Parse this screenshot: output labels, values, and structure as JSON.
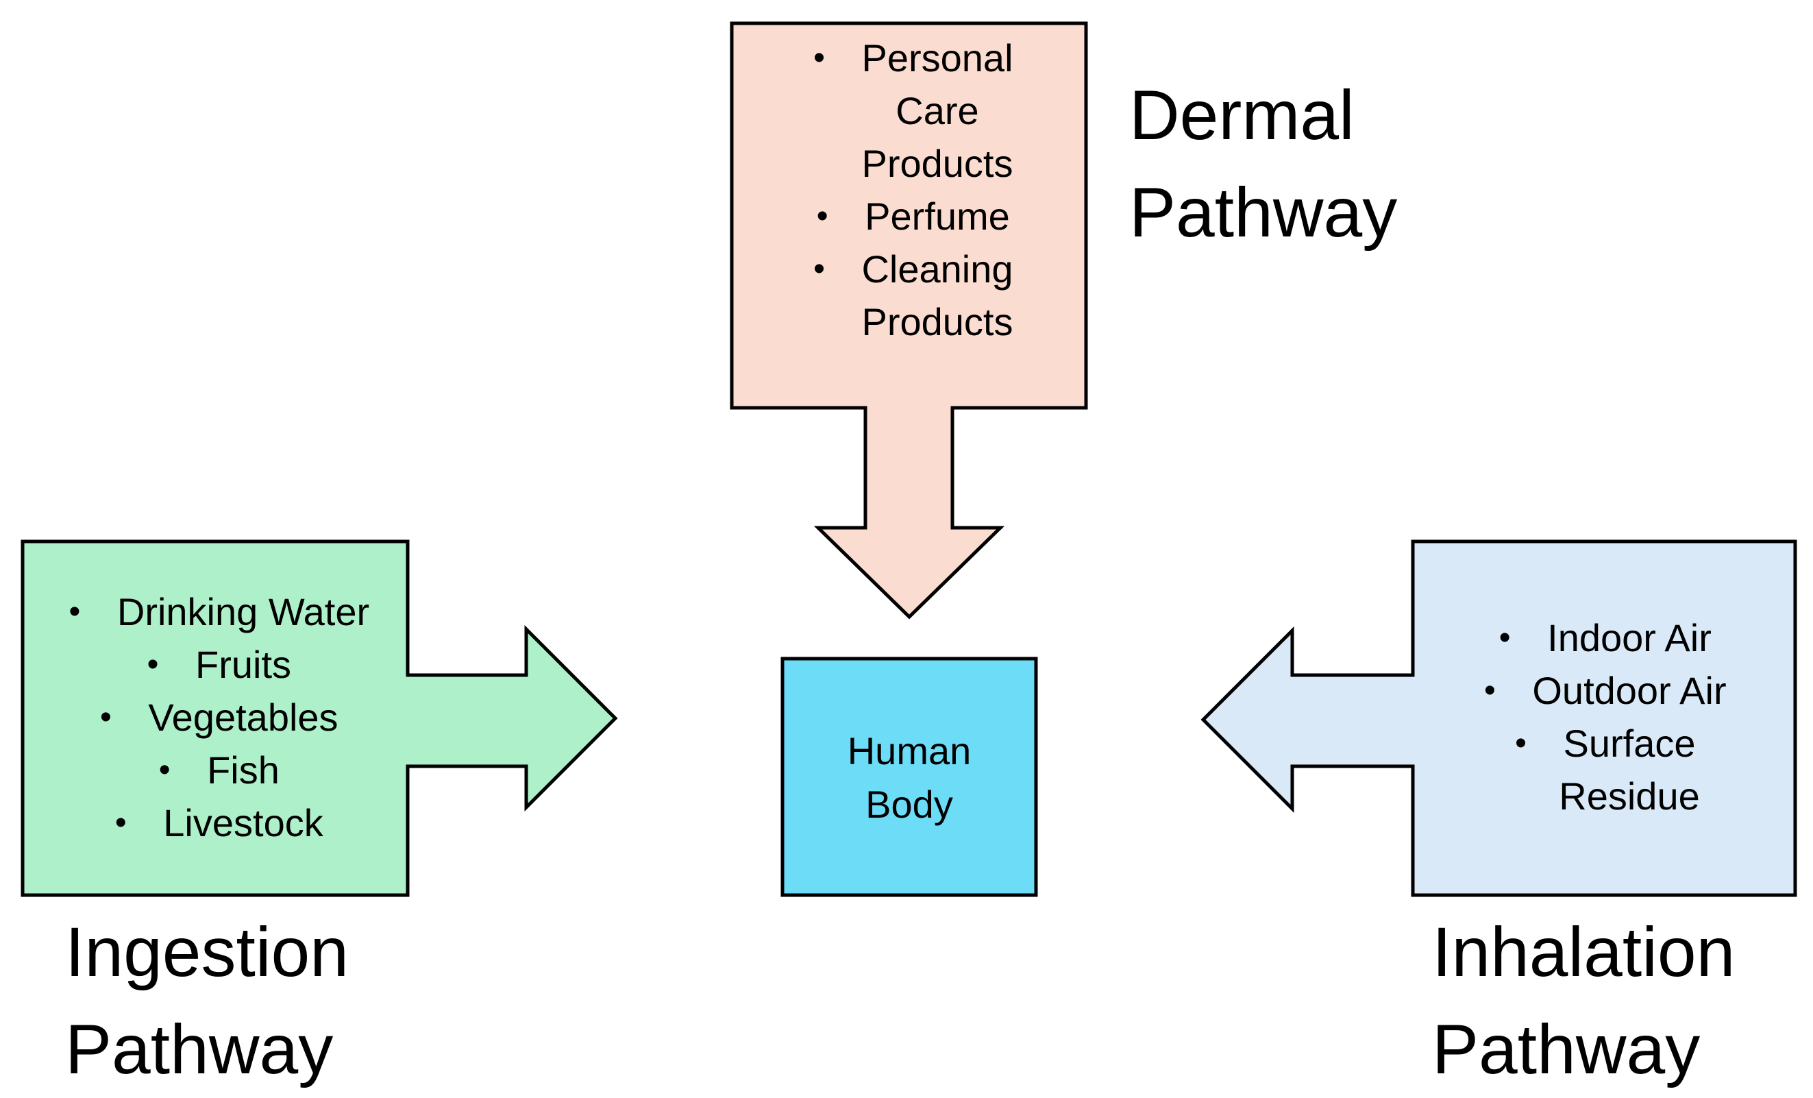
{
  "colors": {
    "dermal_fill": "#fbdcd0",
    "ingestion_fill": "#adf0c9",
    "inhalation_fill": "#d9e9f7",
    "body_fill": "#6cdcf7",
    "stroke": "#000000"
  },
  "dermal": {
    "label_line1": "Dermal",
    "label_line2": "Pathway",
    "items": [
      {
        "lines": [
          "Personal",
          "Care",
          "Products"
        ]
      },
      {
        "lines": [
          "Perfume"
        ]
      },
      {
        "lines": [
          "Cleaning",
          "Products"
        ]
      }
    ]
  },
  "ingestion": {
    "label_line1": "Ingestion",
    "label_line2": "Pathway",
    "items": [
      {
        "lines": [
          "Drinking Water"
        ]
      },
      {
        "lines": [
          "Fruits"
        ]
      },
      {
        "lines": [
          "Vegetables"
        ]
      },
      {
        "lines": [
          "Fish"
        ]
      },
      {
        "lines": [
          "Livestock"
        ]
      }
    ]
  },
  "inhalation": {
    "label_line1": "Inhalation",
    "label_line2": "Pathway",
    "items": [
      {
        "lines": [
          "Indoor Air"
        ]
      },
      {
        "lines": [
          "Outdoor Air"
        ]
      },
      {
        "lines": [
          "Surface",
          "Residue"
        ]
      }
    ]
  },
  "human_body": {
    "line1": "Human",
    "line2": "Body"
  }
}
